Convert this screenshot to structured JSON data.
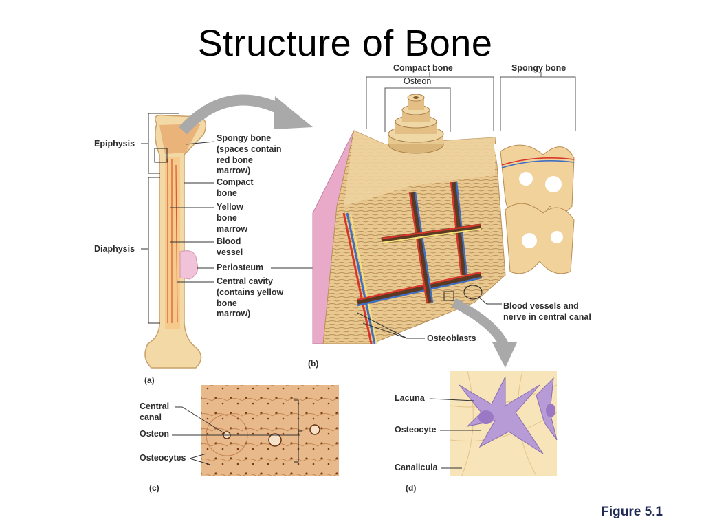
{
  "slide": {
    "title": "Structure of Bone",
    "figure_label": "Figure 5.1"
  },
  "panel_a": {
    "letter": "(a)",
    "regions": [
      "Epiphysis",
      "Diaphysis"
    ],
    "callouts": [
      "Spongy bone\n(spaces contain\nred bone\nmarrow)",
      "Compact\nbone",
      "Yellow\nbone\nmarrow",
      "Blood\nvessel",
      "Periosteum",
      "Central cavity\n(contains yellow\nbone\nmarrow)"
    ]
  },
  "panel_b": {
    "letter": "(b)",
    "brackets": [
      "Compact bone",
      "Spongy bone"
    ],
    "osteon": "Osteon",
    "callouts": [
      "Blood vessels and\nnerve in central canal",
      "Osteoblasts"
    ]
  },
  "panel_c": {
    "letter": "(c)",
    "callouts": [
      "Central\ncanal",
      "Osteon",
      "Osteocytes"
    ]
  },
  "panel_d": {
    "letter": "(d)",
    "callouts": [
      "Lacuna",
      "Osteocyte",
      "Canalicula"
    ]
  },
  "colors": {
    "bone": "#f2d9a6",
    "bone_dark": "#c9a06a",
    "marrow_red": "#d9582b",
    "periosteum": "#e9a9c8",
    "artery": "#d9362b",
    "vein": "#3f6fc4",
    "nerve": "#f4e27a",
    "osteocyte": "#b79bd6",
    "arrow": "#a9a9a9",
    "label": "#2d2d2d"
  }
}
